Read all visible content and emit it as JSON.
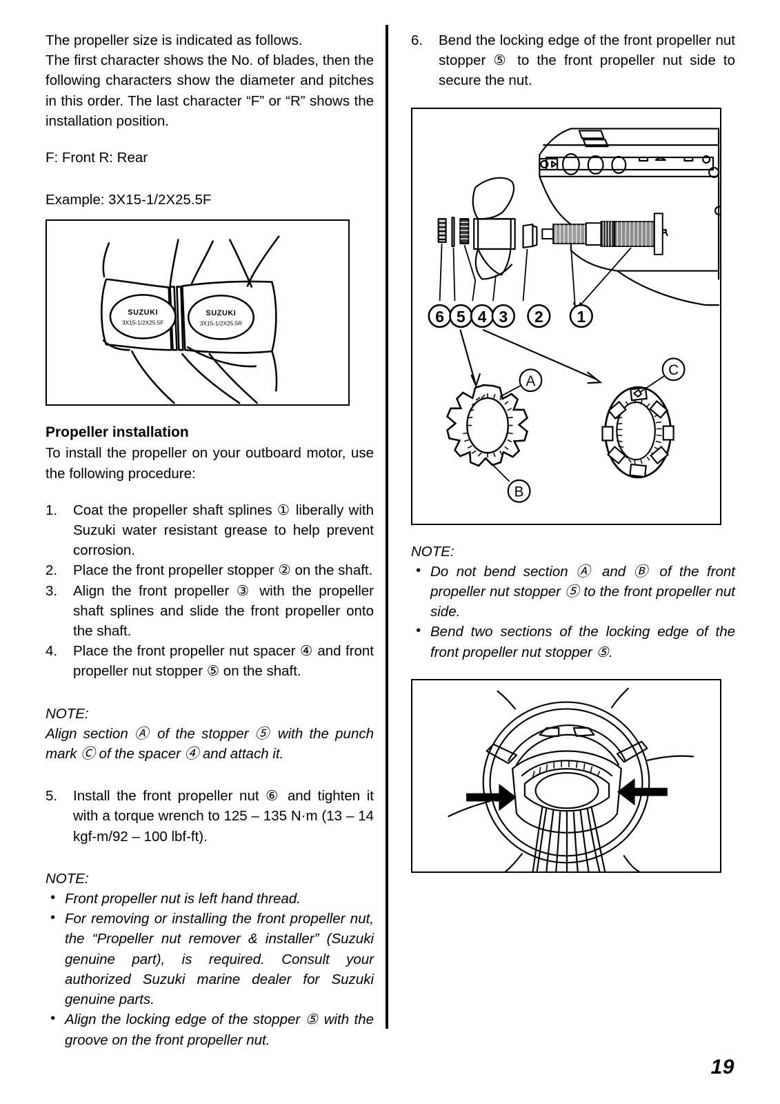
{
  "page": {
    "number": "19"
  },
  "left": {
    "intro": [
      "The propeller size is indicated as follows.",
      "The first character shows the No. of blades, then the following characters show the diameter and pitches in this order. The last character “F” or “R” shows the installation position."
    ],
    "legend": "F: Front       R: Rear",
    "example": "Example: 3X15-1/2X25.5F",
    "figure": {
      "name": "propeller-size-label-figure",
      "label_front_brand": "SUZUKI",
      "label_front_code": "3X15-1/2X25.5F",
      "label_rear_brand": "SUZUKI",
      "label_rear_code": "3X15-1/2X25.5R"
    },
    "section_heading": "Propeller installation",
    "section_intro": "To install the propeller on your outboard motor, use the following procedure:",
    "steps": [
      {
        "num": "1.",
        "text": "Coat the propeller shaft splines ① liberally with Suzuki water resistant grease to help prevent corrosion."
      },
      {
        "num": "2.",
        "text": "Place the front propeller stopper ② on the shaft."
      },
      {
        "num": "3.",
        "text": "Align the front propeller ③ with the propeller shaft splines and slide the front propeller onto the shaft."
      },
      {
        "num": "4.",
        "text": "Place the front propeller nut spacer ④ and front propeller nut stopper ⑤ on the shaft."
      }
    ],
    "note1": {
      "title": "NOTE:",
      "text": "Align section Ⓐ of the stopper ⑤ with the punch mark Ⓒ of the spacer ④ and attach it."
    },
    "steps2": [
      {
        "num": "5.",
        "text": "Install the front propeller nut ⑥ and tighten it with a torque wrench to 125 – 135 N·m (13 – 14 kgf-m/92 – 100 lbf-ft)."
      }
    ],
    "note2": {
      "title": "NOTE:",
      "bullets": [
        "Front propeller nut is left hand thread.",
        "For removing or installing the front propeller nut, the “Propeller nut remover & installer” (Suzuki genuine part), is required. Consult your authorized Suzuki marine dealer for Suzuki genuine parts.",
        "Align the locking edge of the stopper ⑤ with the groove on the front propeller nut."
      ]
    }
  },
  "right": {
    "steps": [
      {
        "num": "6.",
        "text": "Bend the locking edge of the front propeller nut stopper ⑤ to the front propeller nut side to secure the nut."
      }
    ],
    "figure_exploded": {
      "name": "propeller-exploded-assembly-figure",
      "callouts": [
        "⑥",
        "⑤",
        "④",
        "③",
        "②",
        "①"
      ],
      "detail_callouts": [
        "Ⓐ",
        "Ⓑ",
        "Ⓒ"
      ]
    },
    "note1": {
      "title": "NOTE:",
      "bullets": [
        "Do not bend section Ⓐ and Ⓑ of the front propeller nut stopper ⑤ to the front propeller nut side.",
        "Bend two sections of the locking edge of the front propeller nut stopper ⑤."
      ]
    },
    "figure_bend": {
      "name": "bent-locking-edge-figure"
    }
  }
}
